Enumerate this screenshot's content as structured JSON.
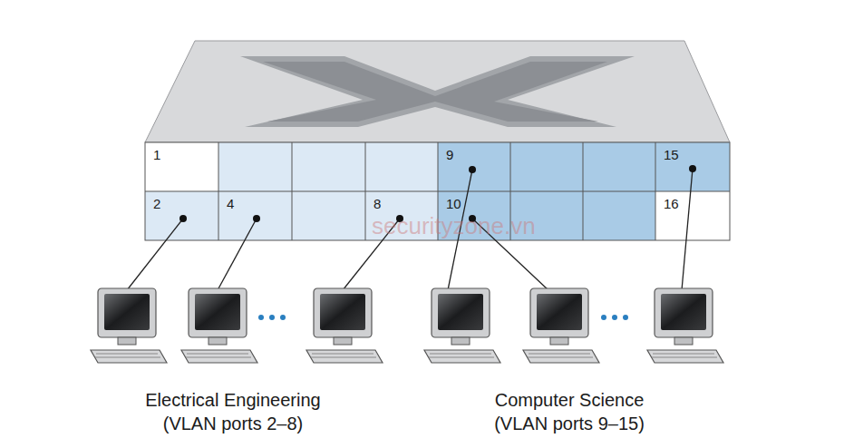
{
  "diagram": {
    "nodes": [
      {
        "text": [
          "1"
        ]
      },
      {
        "text": [
          "9"
        ]
      },
      {
        "text": [
          "15"
        ]
      },
      {
        "text": [
          "2"
        ]
      },
      {
        "text": [
          "4"
        ]
      },
      {
        "text": [
          "8"
        ]
      },
      {
        "text": [
          "10"
        ]
      },
      {
        "text": [
          "16"
        ]
      }
    ],
    "labels": [
      "Electrical Engineering (VLAN ports 2–8)",
      "Computer Science (VLAN ports 9–15)",
      "securityzone.vn"
    ]
  }
}
